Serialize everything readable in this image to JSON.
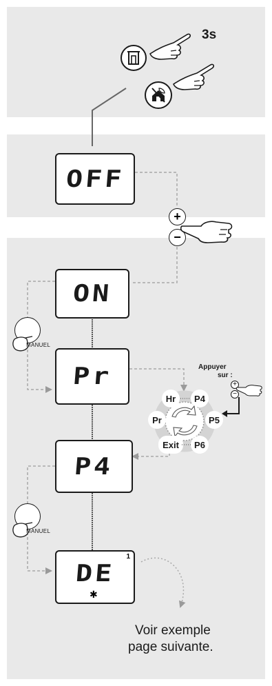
{
  "hold_time": "3s",
  "display": {
    "off": "OFF",
    "on": "ON",
    "pr": "Pr",
    "p4": "P4",
    "de": "DE",
    "de_indicator": "1",
    "de_symbol": "✱"
  },
  "buttons": {
    "plus": "+",
    "minus": "−",
    "manual_top": "MANUEL",
    "manual_bottom": "MANUEL"
  },
  "menu": {
    "instruction_line1": "Appuyer",
    "instruction_line2": "sur :",
    "mini_plus": "+",
    "mini_minus": "−",
    "items": [
      "Hr",
      "P4",
      "P5",
      "P6",
      "Exit",
      "Pr"
    ]
  },
  "note_line1": "Voir exemple",
  "note_line2": "page suivante.",
  "colors": {
    "panel": "#e9e9e9",
    "line": "#1a1a1a",
    "dashed": "#a8a8a8",
    "arrow": "#9a9a9a"
  },
  "icons": {
    "mode_button": "house-door-icon",
    "ventilation_button": "house-leaf-icon",
    "hand": "pointing-hand-icon",
    "cycle": "cycle-arrows-icon"
  }
}
